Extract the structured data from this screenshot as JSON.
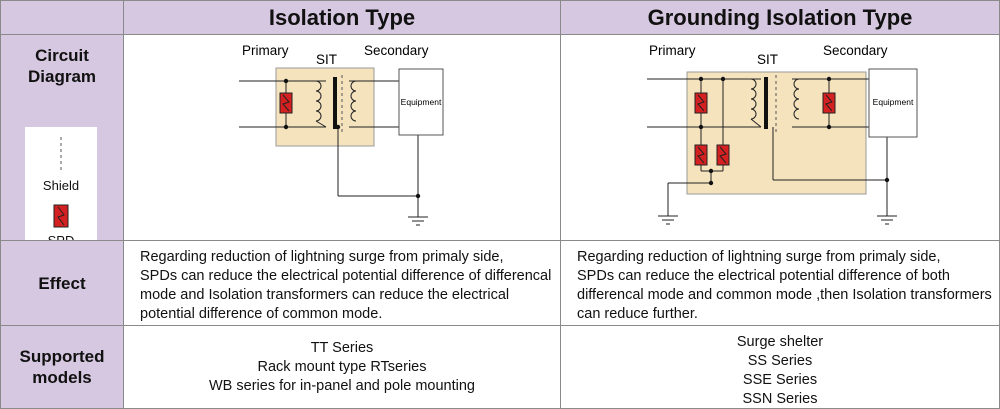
{
  "header": {
    "col1": "Isolation Type",
    "col2": "Grounding Isolation Type"
  },
  "rows": {
    "circuit_label": "Circuit\nDiagram",
    "effect_label": "Effect",
    "models_label": "Supported\nmodels"
  },
  "legend": {
    "shield": "Shield",
    "spd": "SPD"
  },
  "diagram_left": {
    "primary": "Primary",
    "sit": "SIT",
    "secondary": "Secondary",
    "equipment": "Equipment"
  },
  "diagram_right": {
    "primary": "Primary",
    "sit": "SIT",
    "secondary": "Secondary",
    "equipment": "Equipment"
  },
  "effect": {
    "col1": "Regarding reduction of lightning surge from primaly side,\nSPDs can reduce the electrical potential difference of differencal\nmode and Isolation transformers can reduce the electrical\npotential difference of common mode.",
    "col2": "Regarding reduction of lightning surge from primaly side,\nSPDs can reduce the electrical potential difference of both\ndifferencal mode and common mode ,then Isolation transformers\ncan reduce further."
  },
  "models": {
    "col1": [
      "TT Series",
      "Rack mount type RTseries",
      "WB series for in-panel and pole mounting"
    ],
    "col2": [
      "Surge shelter",
      "SS Series",
      "SSE Series",
      "SSN Series"
    ]
  },
  "colors": {
    "header_bg": "#d6c8e0",
    "sit_box": "#f5e3bd",
    "spd_red": "#d42020"
  }
}
